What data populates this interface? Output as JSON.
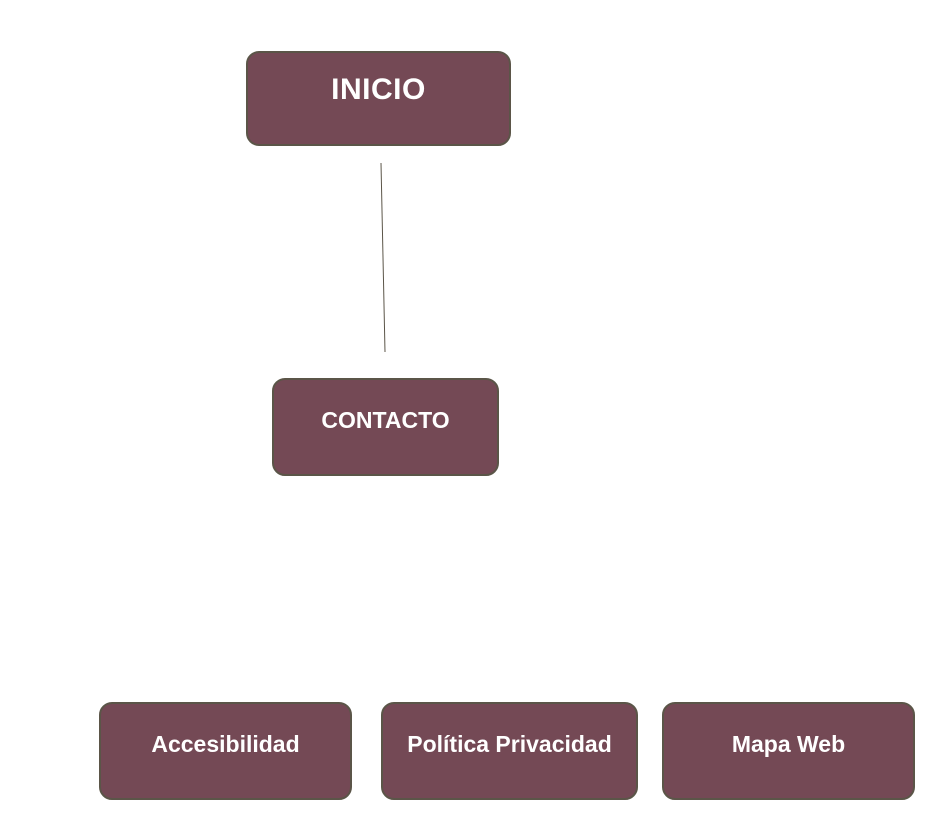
{
  "diagram": {
    "colors": {
      "node_fill": "#744955",
      "node_border": "#5b5548",
      "node_text": "#ffffff",
      "connector": "#5b5548"
    },
    "nodes": {
      "inicio": "INICIO",
      "contacto": "CONTACTO",
      "accesibilidad": "Accesibilidad",
      "privacidad": "Política Privacidad",
      "mapa": "Mapa Web"
    },
    "connections": [
      {
        "from": "inicio",
        "to": "contacto"
      }
    ]
  }
}
